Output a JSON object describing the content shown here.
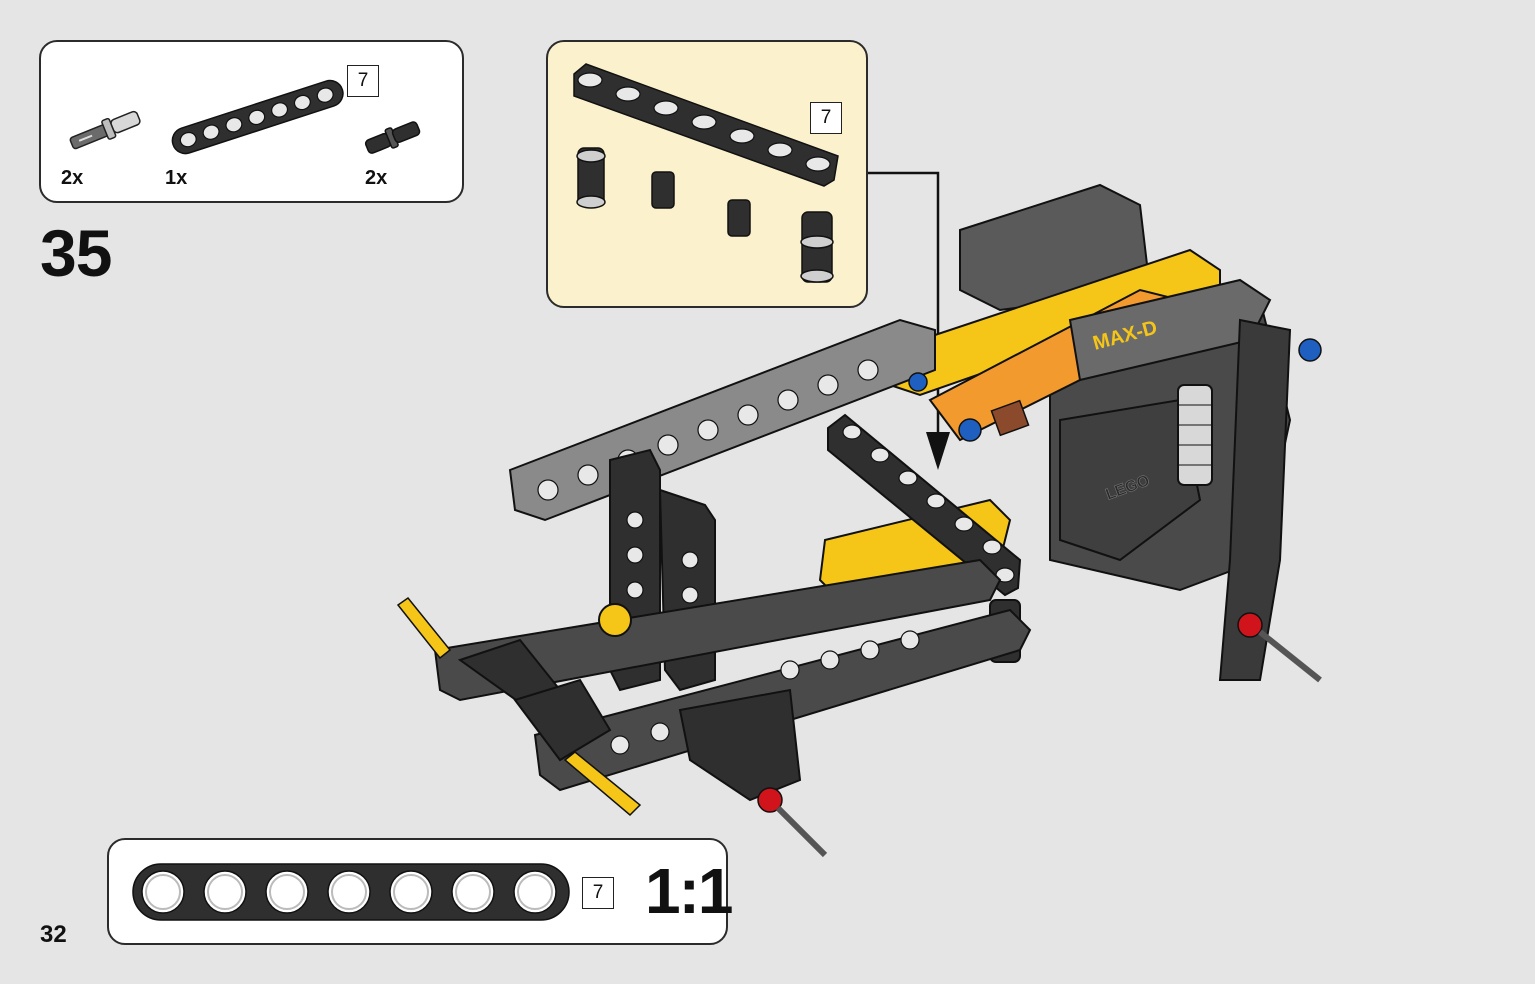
{
  "step": {
    "number": "35"
  },
  "page": {
    "number": "32"
  },
  "parts_list": {
    "beam_length": "7",
    "items": [
      {
        "part": "axle-pin",
        "quantity": "2x"
      },
      {
        "part": "beam-7",
        "quantity": "1x"
      },
      {
        "part": "friction-pin",
        "quantity": "2x"
      }
    ]
  },
  "subassembly": {
    "beam_length": "7"
  },
  "scale_box": {
    "beam_length": "7",
    "scale": "1:1"
  },
  "model": {
    "decal_text": "MAX-D",
    "stamp_text": "LEGO"
  },
  "colors": {
    "background": "#e5e5e5",
    "subassembly_bg": "#fbf2cd",
    "beam_dark": "#2f2f2f",
    "beam_gray": "#8a8a8a",
    "yellow": "#f5c518",
    "orange": "#f39a2e",
    "blue": "#1f5fbf",
    "red": "#d1141b"
  }
}
